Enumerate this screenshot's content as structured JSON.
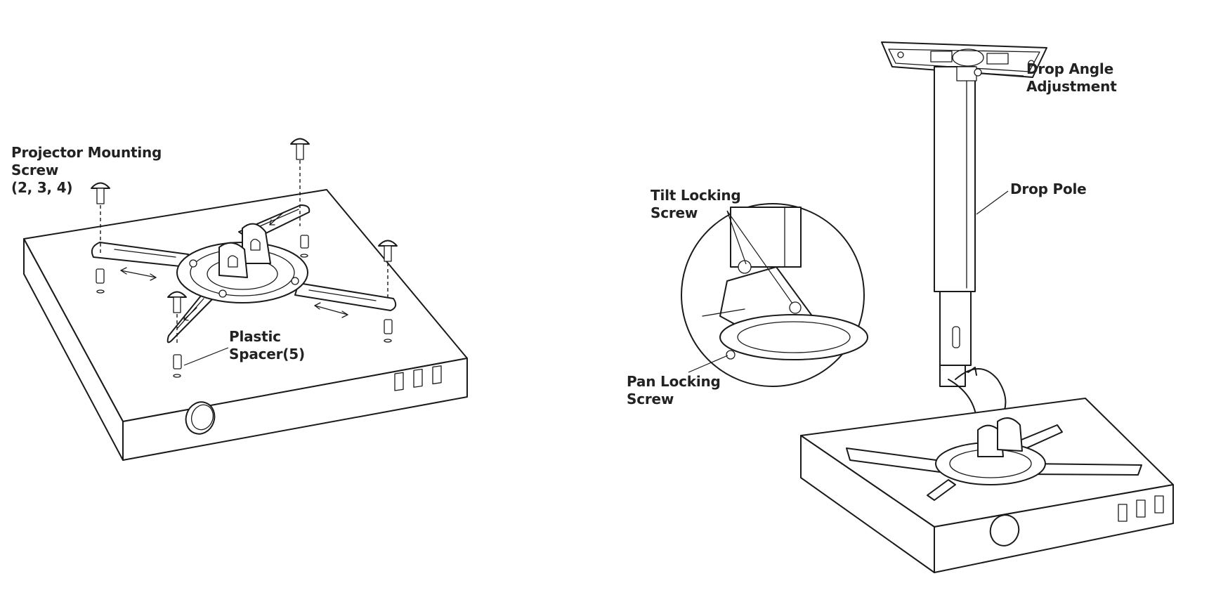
{
  "diagram": {
    "left_figure": {
      "labels": {
        "projector_mounting_screw": "Projector Mounting\nScrew\n(2, 3, 4)",
        "plastic_spacer": "Plastic\nSpacer(5)"
      }
    },
    "right_figure": {
      "labels": {
        "drop_angle_adjustment": "Drop Angle\nAdjustment",
        "drop_pole": "Drop Pole",
        "tilt_locking_screw": "Tilt Locking\nScrew",
        "pan_locking_screw": "Pan Locking\nScrew"
      }
    }
  }
}
